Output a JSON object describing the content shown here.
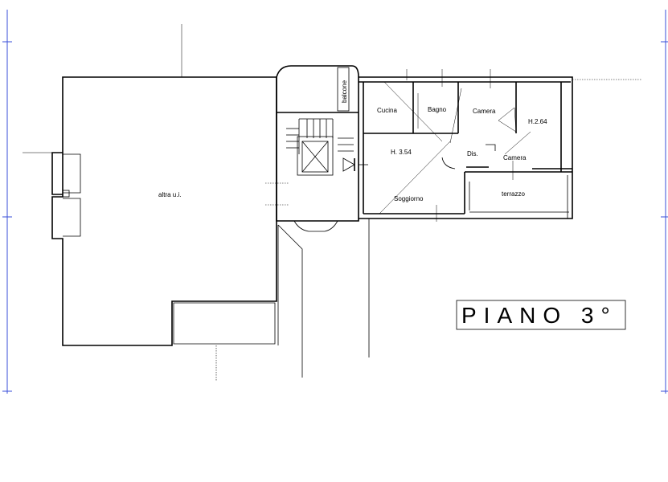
{
  "plan": {
    "title": "PIANO 3°",
    "rooms": {
      "altra_ui": "altra u.i.",
      "balcone": "balcone",
      "cucina": "Cucina",
      "bagno": "Bagno",
      "camera_1": "Camera",
      "camera_2": "Camera",
      "height_1": "H. 3.54",
      "height_2": "H.2.64",
      "disimpegno": "Dis.",
      "soggiorno": "Soggiorno",
      "terrazzo": "terrazzo"
    }
  }
}
